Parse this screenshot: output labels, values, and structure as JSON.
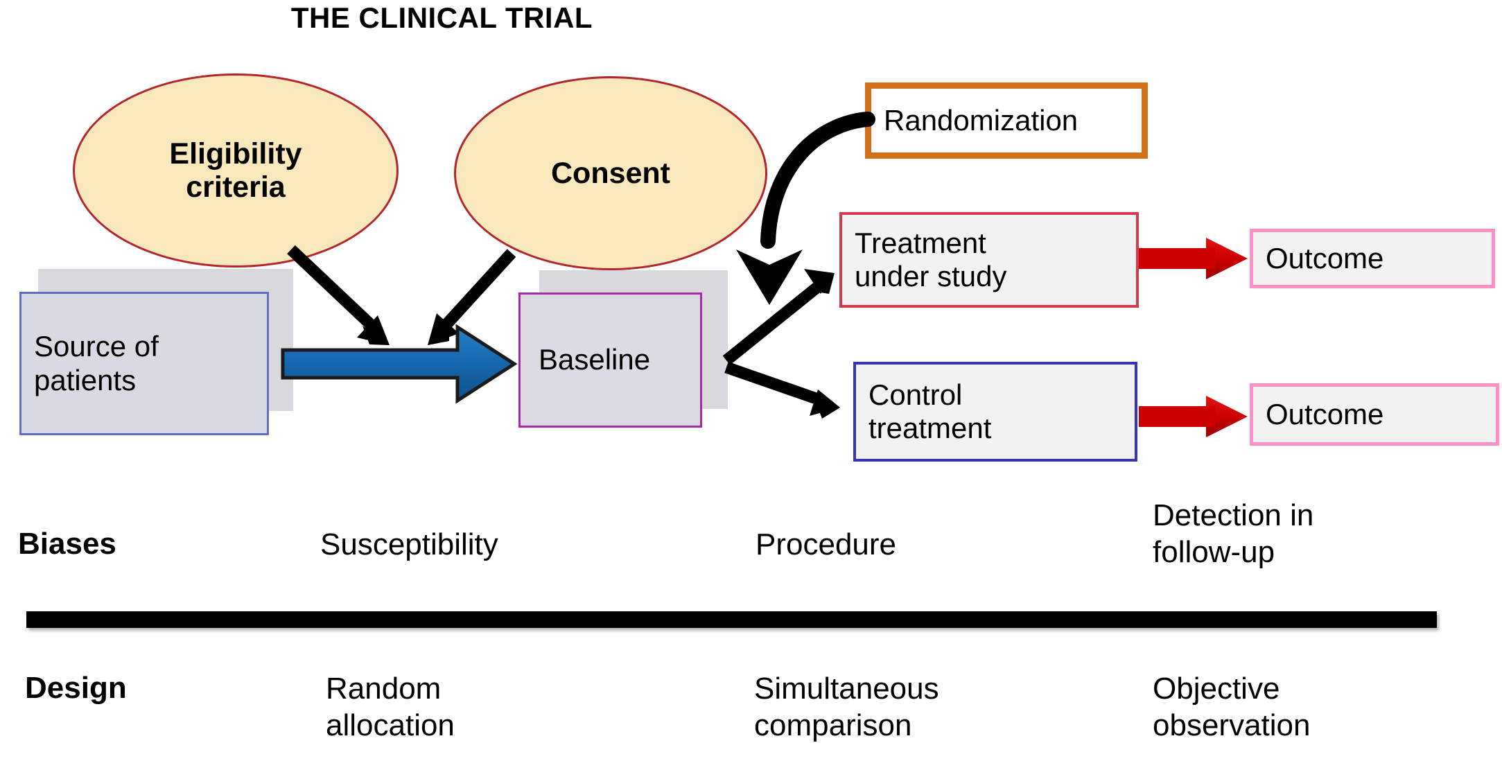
{
  "title": "THE CLINICAL TRIAL",
  "nodes": {
    "eligibility": "Eligibility\ncriteria",
    "eligibility_line1": "Eligibility",
    "eligibility_line2": "criteria",
    "consent": "Consent",
    "source": "Source of\npatients",
    "source_line1": "Source of",
    "source_line2": "patients",
    "baseline": "Baseline",
    "randomization": "Randomization",
    "treatment_line1": "Treatment",
    "treatment_line2": "under study",
    "control_line1": "Control",
    "control_line2": "treatment",
    "outcome_top": "Outcome",
    "outcome_bottom": "Outcome"
  },
  "rows": [
    {
      "label": "Biases",
      "cells": [
        {
          "line1": "Susceptibility",
          "line2": ""
        },
        {
          "line1": "Procedure",
          "line2": ""
        },
        {
          "line1": "Detection in",
          "line2": "follow-up"
        }
      ]
    },
    {
      "label": "Design",
      "cells": [
        {
          "line1": "Random",
          "line2": "allocation"
        },
        {
          "line1": "Simultaneous",
          "line2": "comparison"
        },
        {
          "line1": "Objective",
          "line2": "observation"
        }
      ]
    }
  ],
  "colors": {
    "ellipse_fill": "#fae8bd",
    "ellipse_border": "#b4252c",
    "source_border": "#5c6fc4",
    "source_fill": "#d9d9e2",
    "baseline_border": "#a72aa7",
    "baseline_fill": "#dcdae2",
    "randomization_border": "#d2711a",
    "treatment_border": "#d23a4e",
    "control_border": "#3b33b5",
    "outcome_border": "#ff8fc4",
    "blue_arrow": "#1569b0",
    "red_arrow": "#cc0000",
    "black_arrow": "#000000",
    "divider_bar": "#000000"
  }
}
